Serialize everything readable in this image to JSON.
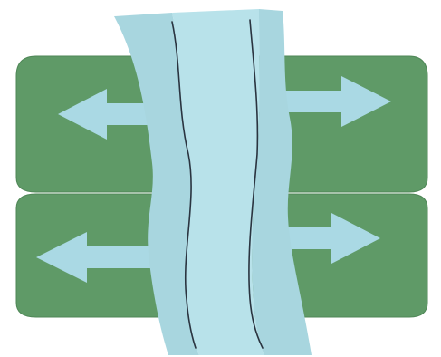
{
  "diagram": {
    "colors": {
      "background": "#ffffff",
      "block": "#5f9a67",
      "block_outline": "#4f8757",
      "arrow": "#aad9e4",
      "band_side": "#a8d6df",
      "band_center": "#b8e2ea",
      "crack_line": "#2a3440"
    },
    "blocks": [
      {
        "id": "upper-block"
      },
      {
        "id": "lower-block"
      }
    ],
    "arrows": [
      {
        "id": "upper-left-arrow",
        "direction": "left"
      },
      {
        "id": "upper-right-arrow",
        "direction": "right"
      },
      {
        "id": "lower-left-arrow",
        "direction": "left"
      },
      {
        "id": "lower-right-arrow",
        "direction": "right"
      }
    ],
    "crack_lines": 2
  }
}
